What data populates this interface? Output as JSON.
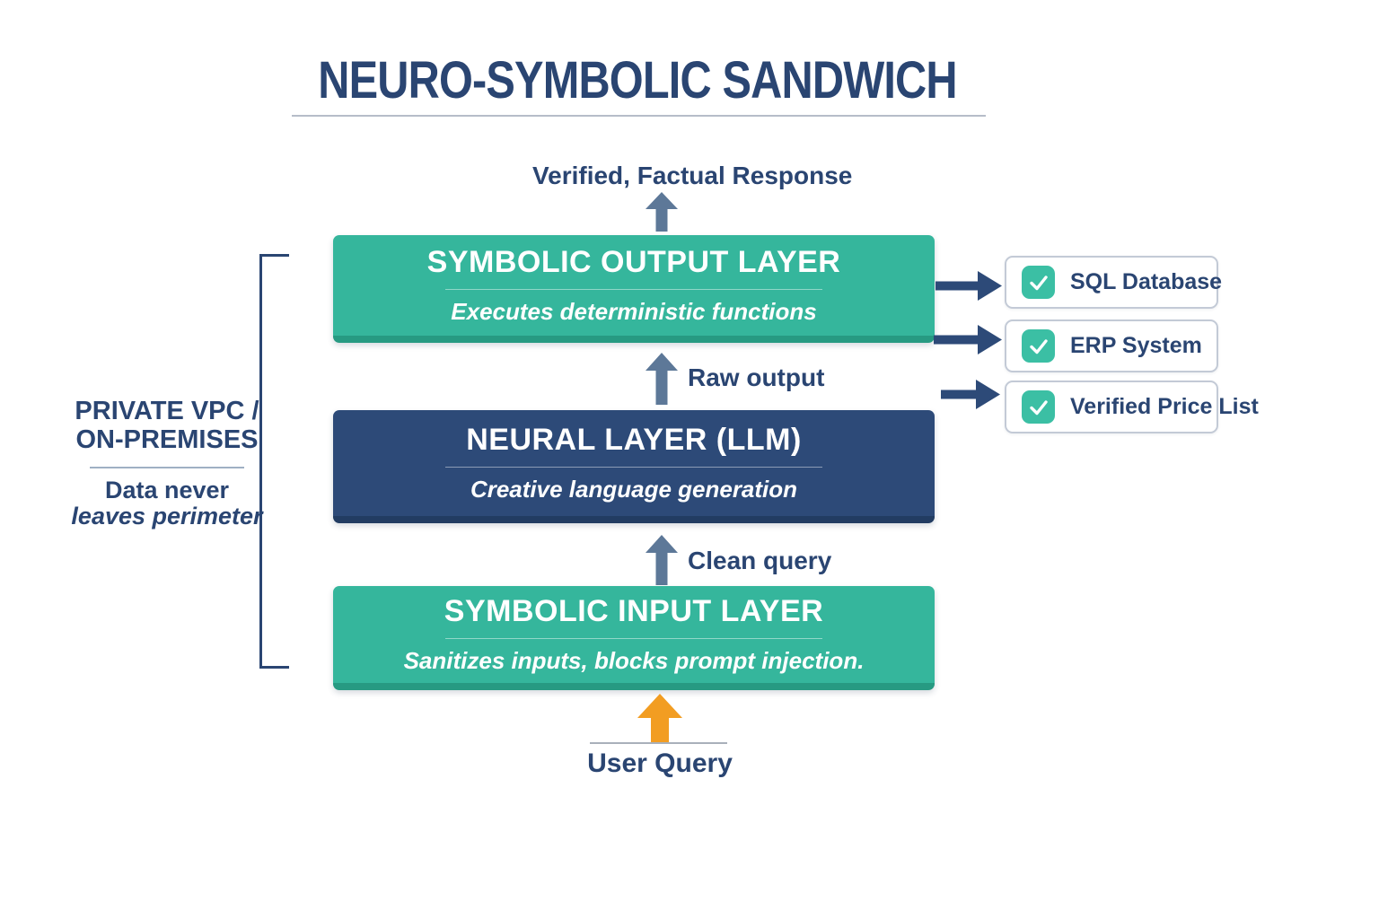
{
  "title": "NEURO-SYMBOLIC SANDWICH",
  "output_flow_label": "Verified, Factual Response",
  "layers": {
    "output": {
      "title": "SYMBOLIC OUTPUT LAYER",
      "subtitle": "Executes deterministic functions"
    },
    "neural": {
      "title": "NEURAL LAYER (LLM)",
      "subtitle": "Creative language generation"
    },
    "input": {
      "title": "SYMBOLIC INPUT LAYER",
      "subtitle": "Sanitizes inputs, blocks prompt injection."
    }
  },
  "arrows": {
    "raw_output": "Raw output",
    "clean_query": "Clean query"
  },
  "user_query_label": "User Query",
  "perimeter": {
    "line1": "PRIVATE VPC /",
    "line2": "ON-PREMISES",
    "note1": "Data never",
    "note2": "leaves perimeter"
  },
  "integrations": [
    {
      "label": "SQL Database"
    },
    {
      "label": "ERP System"
    },
    {
      "label": "Verified Price List"
    }
  ],
  "colors": {
    "title_navy": "#2a4572",
    "teal_layer": "#35b69c",
    "teal_layer_shadow": "#279a82",
    "navy_layer": "#2d4a78",
    "navy_layer_shadow": "#223c62",
    "slate_arrow": "#5d7898",
    "navy_arrow": "#2d4a78",
    "orange_arrow": "#f29d22",
    "checkbox_teal": "#3bbfa4",
    "integration_border": "#c3cad6"
  }
}
